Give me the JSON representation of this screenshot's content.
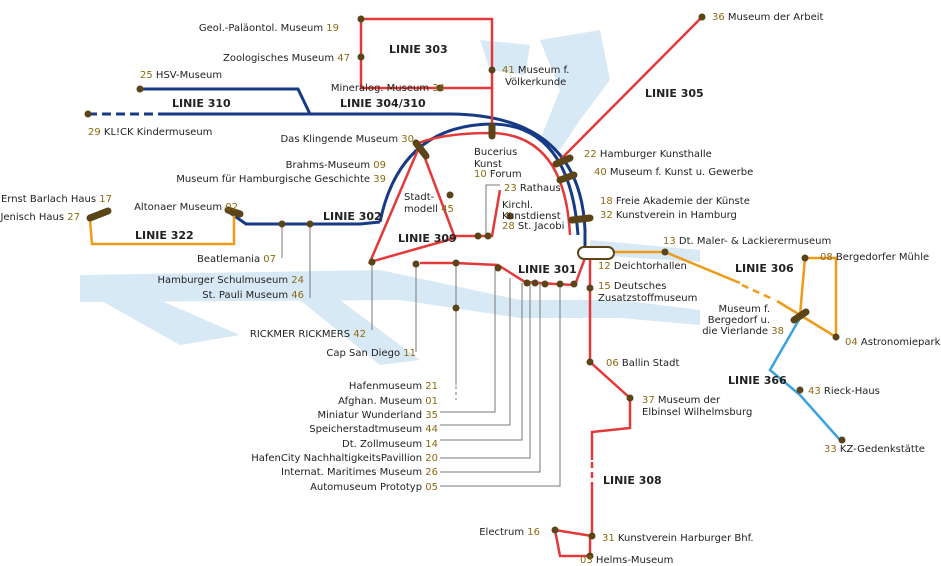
{
  "colors": {
    "red": "#e23a3a",
    "blue": "#173a86",
    "orange": "#ef9a19",
    "lightblue": "#3aa3df",
    "water": "#d8e9f6",
    "stop": "#5a4418"
  },
  "lines": {
    "l303": "LINIE 303",
    "l310": "LINIE 310",
    "l304": "LINIE 304/310",
    "l305": "LINIE 305",
    "l302": "LINIE 302",
    "l322": "LINIE 322",
    "l309": "LINIE 309",
    "l301": "LINIE 301",
    "l306": "LINIE 306",
    "l366": "LINIE 366",
    "l308": "LINIE 308"
  },
  "stations": {
    "s19": {
      "name": "Geol.-Paläontol. Museum",
      "num": "19"
    },
    "s47": {
      "name": "Zoologisches Museum",
      "num": "47"
    },
    "s34": {
      "name": "Mineralog. Museum",
      "num": "34"
    },
    "s41": {
      "num": "41",
      "name1": "Museum f.",
      "name2": "Völkerkunde"
    },
    "s36": {
      "num": "36",
      "name": "Museum der Arbeit"
    },
    "s25": {
      "num": "25",
      "name": "HSV-Museum"
    },
    "s29": {
      "num": "29",
      "name": "KL!CK Kindermuseum"
    },
    "s30": {
      "name": "Das Klingende Museum",
      "num": "30"
    },
    "s09": {
      "name": "Brahms-Museum",
      "num": "09"
    },
    "s39": {
      "name": "Museum für Hamburgische Geschichte",
      "num": "39"
    },
    "s10": {
      "name1": "Bucerius",
      "name2": "Kunst",
      "num": "10",
      "name3": "Forum"
    },
    "s22": {
      "num": "22",
      "name": "Hamburger Kunsthalle"
    },
    "s40": {
      "num": "40",
      "name": "Museum f. Kunst u. Gewerbe"
    },
    "s23": {
      "num": "23",
      "name": "Rathaus"
    },
    "s17": {
      "name": "Ernst Barlach Haus",
      "num": "17"
    },
    "s27": {
      "name": "Jenisch Haus",
      "num": "27"
    },
    "s02": {
      "name": "Altonaer Museum",
      "num": "02"
    },
    "s45": {
      "name1": "Stadt-",
      "name2": "modell",
      "num": "45"
    },
    "s28": {
      "name1": "Kirchl.",
      "name2": "Kunstdienst",
      "num": "28",
      "name3": "St. Jacobi"
    },
    "s18": {
      "num": "18",
      "name": "Freie Akademie der Künste"
    },
    "s32": {
      "num": "32",
      "name": "Kunstverein in Hamburg"
    },
    "s13": {
      "num": "13",
      "name": "Dt. Maler- & Lackierermuseum"
    },
    "s12": {
      "num": "12",
      "name": "Deichtorhallen"
    },
    "s07": {
      "name": "Beatlemania",
      "num": "07"
    },
    "s08": {
      "num": "08",
      "name": "Bergedorfer Mühle"
    },
    "s24": {
      "name": "Hamburger Schulmuseum",
      "num": "24"
    },
    "s46": {
      "name": "St. Pauli Museum",
      "num": "46"
    },
    "s15": {
      "num": "15",
      "name1": "Deutsches",
      "name2": "Zusatzstoffmuseum"
    },
    "s38": {
      "name1": "Museum f.",
      "name2": "Bergedorf u.",
      "name3": "die Vierlande",
      "num": "38"
    },
    "s04": {
      "num": "04",
      "name": "Astronomiepark"
    },
    "s42": {
      "name": "RICKMER RICKMERS",
      "num": "42"
    },
    "s11": {
      "name": "Cap San Diego",
      "num": "11"
    },
    "s06": {
      "num": "06",
      "name": "Ballin Stadt"
    },
    "s21": {
      "name": "Hafenmuseum",
      "num": "21"
    },
    "s01": {
      "name": "Afghan. Museum",
      "num": "01"
    },
    "s35": {
      "name": "Miniatur Wunderland",
      "num": "35"
    },
    "s44": {
      "name": "Speicherstadtmuseum",
      "num": "44"
    },
    "s14": {
      "name": "Dt. Zollmuseum",
      "num": "14"
    },
    "s20": {
      "name": "HafenCity NachhaltigkeitsPavillion",
      "num": "20"
    },
    "s26": {
      "name": "Internat. Maritimes Museum",
      "num": "26"
    },
    "s05": {
      "name": "Automuseum Prototyp",
      "num": "05"
    },
    "s43": {
      "num": "43",
      "name": "Rieck-Haus"
    },
    "s37": {
      "num": "37",
      "name1": "Museum der",
      "name2": "Elbinsel Wilhelmsburg"
    },
    "s33": {
      "num": "33",
      "name": "KZ-Gedenkstätte"
    },
    "s16": {
      "name": "Electrum",
      "num": "16"
    },
    "s31": {
      "num": "31",
      "name": "Kunstverein Harburger Bhf."
    },
    "s03": {
      "num": "03",
      "name": "Helms-Museum"
    }
  }
}
